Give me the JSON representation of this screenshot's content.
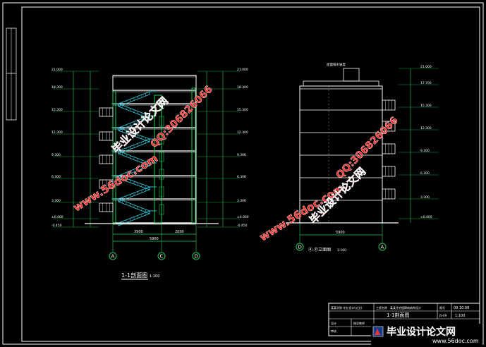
{
  "left_section": {
    "elevation_labels_left": [
      "21.000",
      "18.300",
      "15.300",
      "12.300",
      "9.300",
      "6.300",
      "3.300",
      "±0.000",
      "-0.450"
    ],
    "elevation_labels_right": [
      "21.000",
      "18.300",
      "15.300",
      "12.300",
      "9.300",
      "6.300",
      "3.300",
      "±0.000",
      "-0.450"
    ],
    "axis_labels": [
      "A",
      "C",
      "D"
    ],
    "dim_bottom": [
      "3900",
      "2000"
    ],
    "dim_total": "5900",
    "caption": "1-1剖面图",
    "caption_scale": "1:100"
  },
  "right_section": {
    "elevation_labels_right": [
      "21.000",
      "17.700",
      "15.300",
      "12.300",
      "9.300",
      "6.300",
      "3.300",
      "±0.000"
    ],
    "axis_labels": [
      "D",
      "A"
    ],
    "dim_bottom": "5900",
    "caption": "Ⓐ-Ⓓ立面图",
    "caption_scale": "1:100",
    "roof_note": "屋面排水坡度"
  },
  "title_block": {
    "school": "某某学院 毕业设计(论文)",
    "project_label": "工程名称",
    "project_name": "某某住宅楼建筑结构设计",
    "drawing_name": "1-1剖面图",
    "drawing_no_label": "图号",
    "drawing_no": "JS-09",
    "date": "09.10.08",
    "scale": "1:100",
    "designer_label": "设计",
    "checker_label": "审核",
    "advisor_label": "指导教师"
  },
  "watermarks": {
    "site": "www.56doc.com",
    "qq": "QQ:306826066",
    "brand": "毕业设计论文网",
    "banner_brand": "毕业设计论文网",
    "banner_site": "www.56doc.com"
  },
  "colors": {
    "background": "#000000",
    "frame": "#ffffff",
    "stair": "#33ccdd",
    "green": "#22cc55",
    "red": "#ff3344",
    "yellow": "#e8e830",
    "watermark": "#ff2a2a"
  }
}
